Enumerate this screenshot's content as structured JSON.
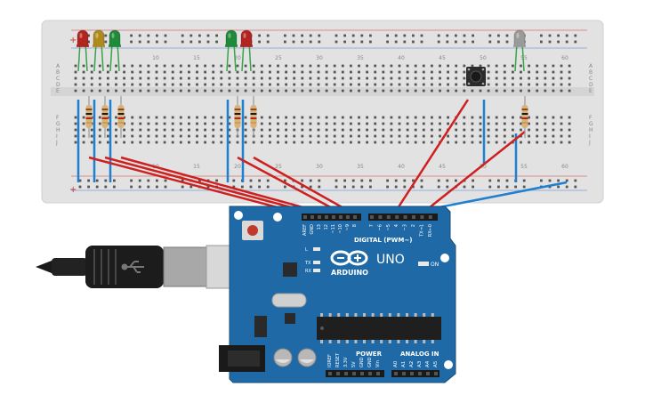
{
  "breadboard": {
    "column_numbers": [
      "10",
      "15",
      "20",
      "25",
      "30",
      "35",
      "40",
      "45",
      "50",
      "55",
      "60"
    ],
    "row_letters_top": [
      "A",
      "B",
      "C",
      "D",
      "E"
    ],
    "row_letters_bottom": [
      "F",
      "G",
      "H",
      "I",
      "J"
    ],
    "rail_plus": "+",
    "rail_minus": "−"
  },
  "leds": [
    {
      "color": "#b3231f"
    },
    {
      "color": "#b08a1a"
    },
    {
      "color": "#1f8a3a"
    },
    {
      "color": "#1f8a3a"
    },
    {
      "color": "#b3231f"
    },
    {
      "color": "#9a9a9a"
    }
  ],
  "board": {
    "model": "UNO",
    "brand": "ARDUINO",
    "digital_header": "DIGITAL (PWM~)",
    "power_header": "POWER",
    "analog_header": "ANALOG IN",
    "pins_digital": [
      "AREF",
      "GND",
      "13",
      "12",
      "~11",
      "~10",
      "~9",
      "8",
      "7",
      "~6",
      "~5",
      "4",
      "~3",
      "2",
      "TX→1",
      "RX←0"
    ],
    "pins_power": [
      "IOREF",
      "RESET",
      "3.3V",
      "5V",
      "GND",
      "GND",
      "Vin"
    ],
    "pins_analog": [
      "A0",
      "A1",
      "A2",
      "A3",
      "A4",
      "A5"
    ],
    "led_labels": [
      "L",
      "TX",
      "RX"
    ],
    "on_label": "ON"
  },
  "colors": {
    "wire_red": "#cf2020",
    "wire_blue": "#1f7fd0",
    "board_blue": "#1f6aa6",
    "breadboard": "#e6e6e6"
  }
}
